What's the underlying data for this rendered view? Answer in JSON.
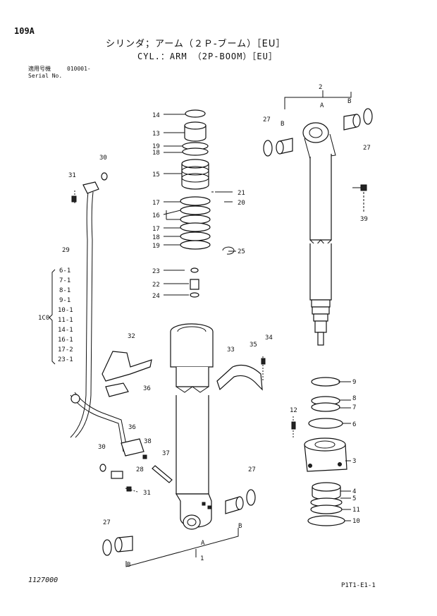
{
  "page_number": "109A",
  "title_jp": "シリンダ；アーム（２Ｐ-ブーム）［EU］",
  "title_en": "CYL.：ARM （2P-BOOM）［EU］",
  "serial_label_jp": "適用号機",
  "serial_value": "010001-",
  "serial_label_en": "Serial No.",
  "footer_left": "1127000",
  "footer_right": "P1T1-E1-1",
  "callouts": {
    "c1": "1",
    "c2": "2",
    "c3": "3",
    "c4": "4",
    "c5": "5",
    "c6": "6",
    "c7": "7",
    "c8": "8",
    "c9": "9",
    "c10": "10",
    "c11": "11",
    "c12": "12",
    "c13": "13",
    "c14": "14",
    "c15": "15",
    "c16": "16",
    "c17a": "17",
    "c17b": "17",
    "c18a": "18",
    "c18b": "18",
    "c19a": "19",
    "c19b": "19",
    "c20": "20",
    "c21": "21",
    "c22": "22",
    "c23": "23",
    "c24": "24",
    "c25": "25",
    "c27a": "27",
    "c27b": "27",
    "c27c": "27",
    "c27d": "27",
    "c28": "28",
    "c29": "29",
    "c30a": "30",
    "c30b": "30",
    "c31a": "31",
    "c31b": "31",
    "c32": "32",
    "c33": "33",
    "c34": "34",
    "c35": "35",
    "c36a": "36",
    "c36b": "36",
    "c37": "37",
    "c38": "38",
    "c39": "39",
    "A_top": "A",
    "B_top_left": "B",
    "B_top_right": "B",
    "A_bottom": "A",
    "B_bottom_left": "B",
    "B_bottom_right": "B"
  },
  "kit_group": {
    "label": "1C0",
    "items": [
      "6-1",
      "7-1",
      "8-1",
      "9-1",
      "10-1",
      "11-1",
      "14-1",
      "16-1",
      "17-2",
      "23-1"
    ]
  }
}
